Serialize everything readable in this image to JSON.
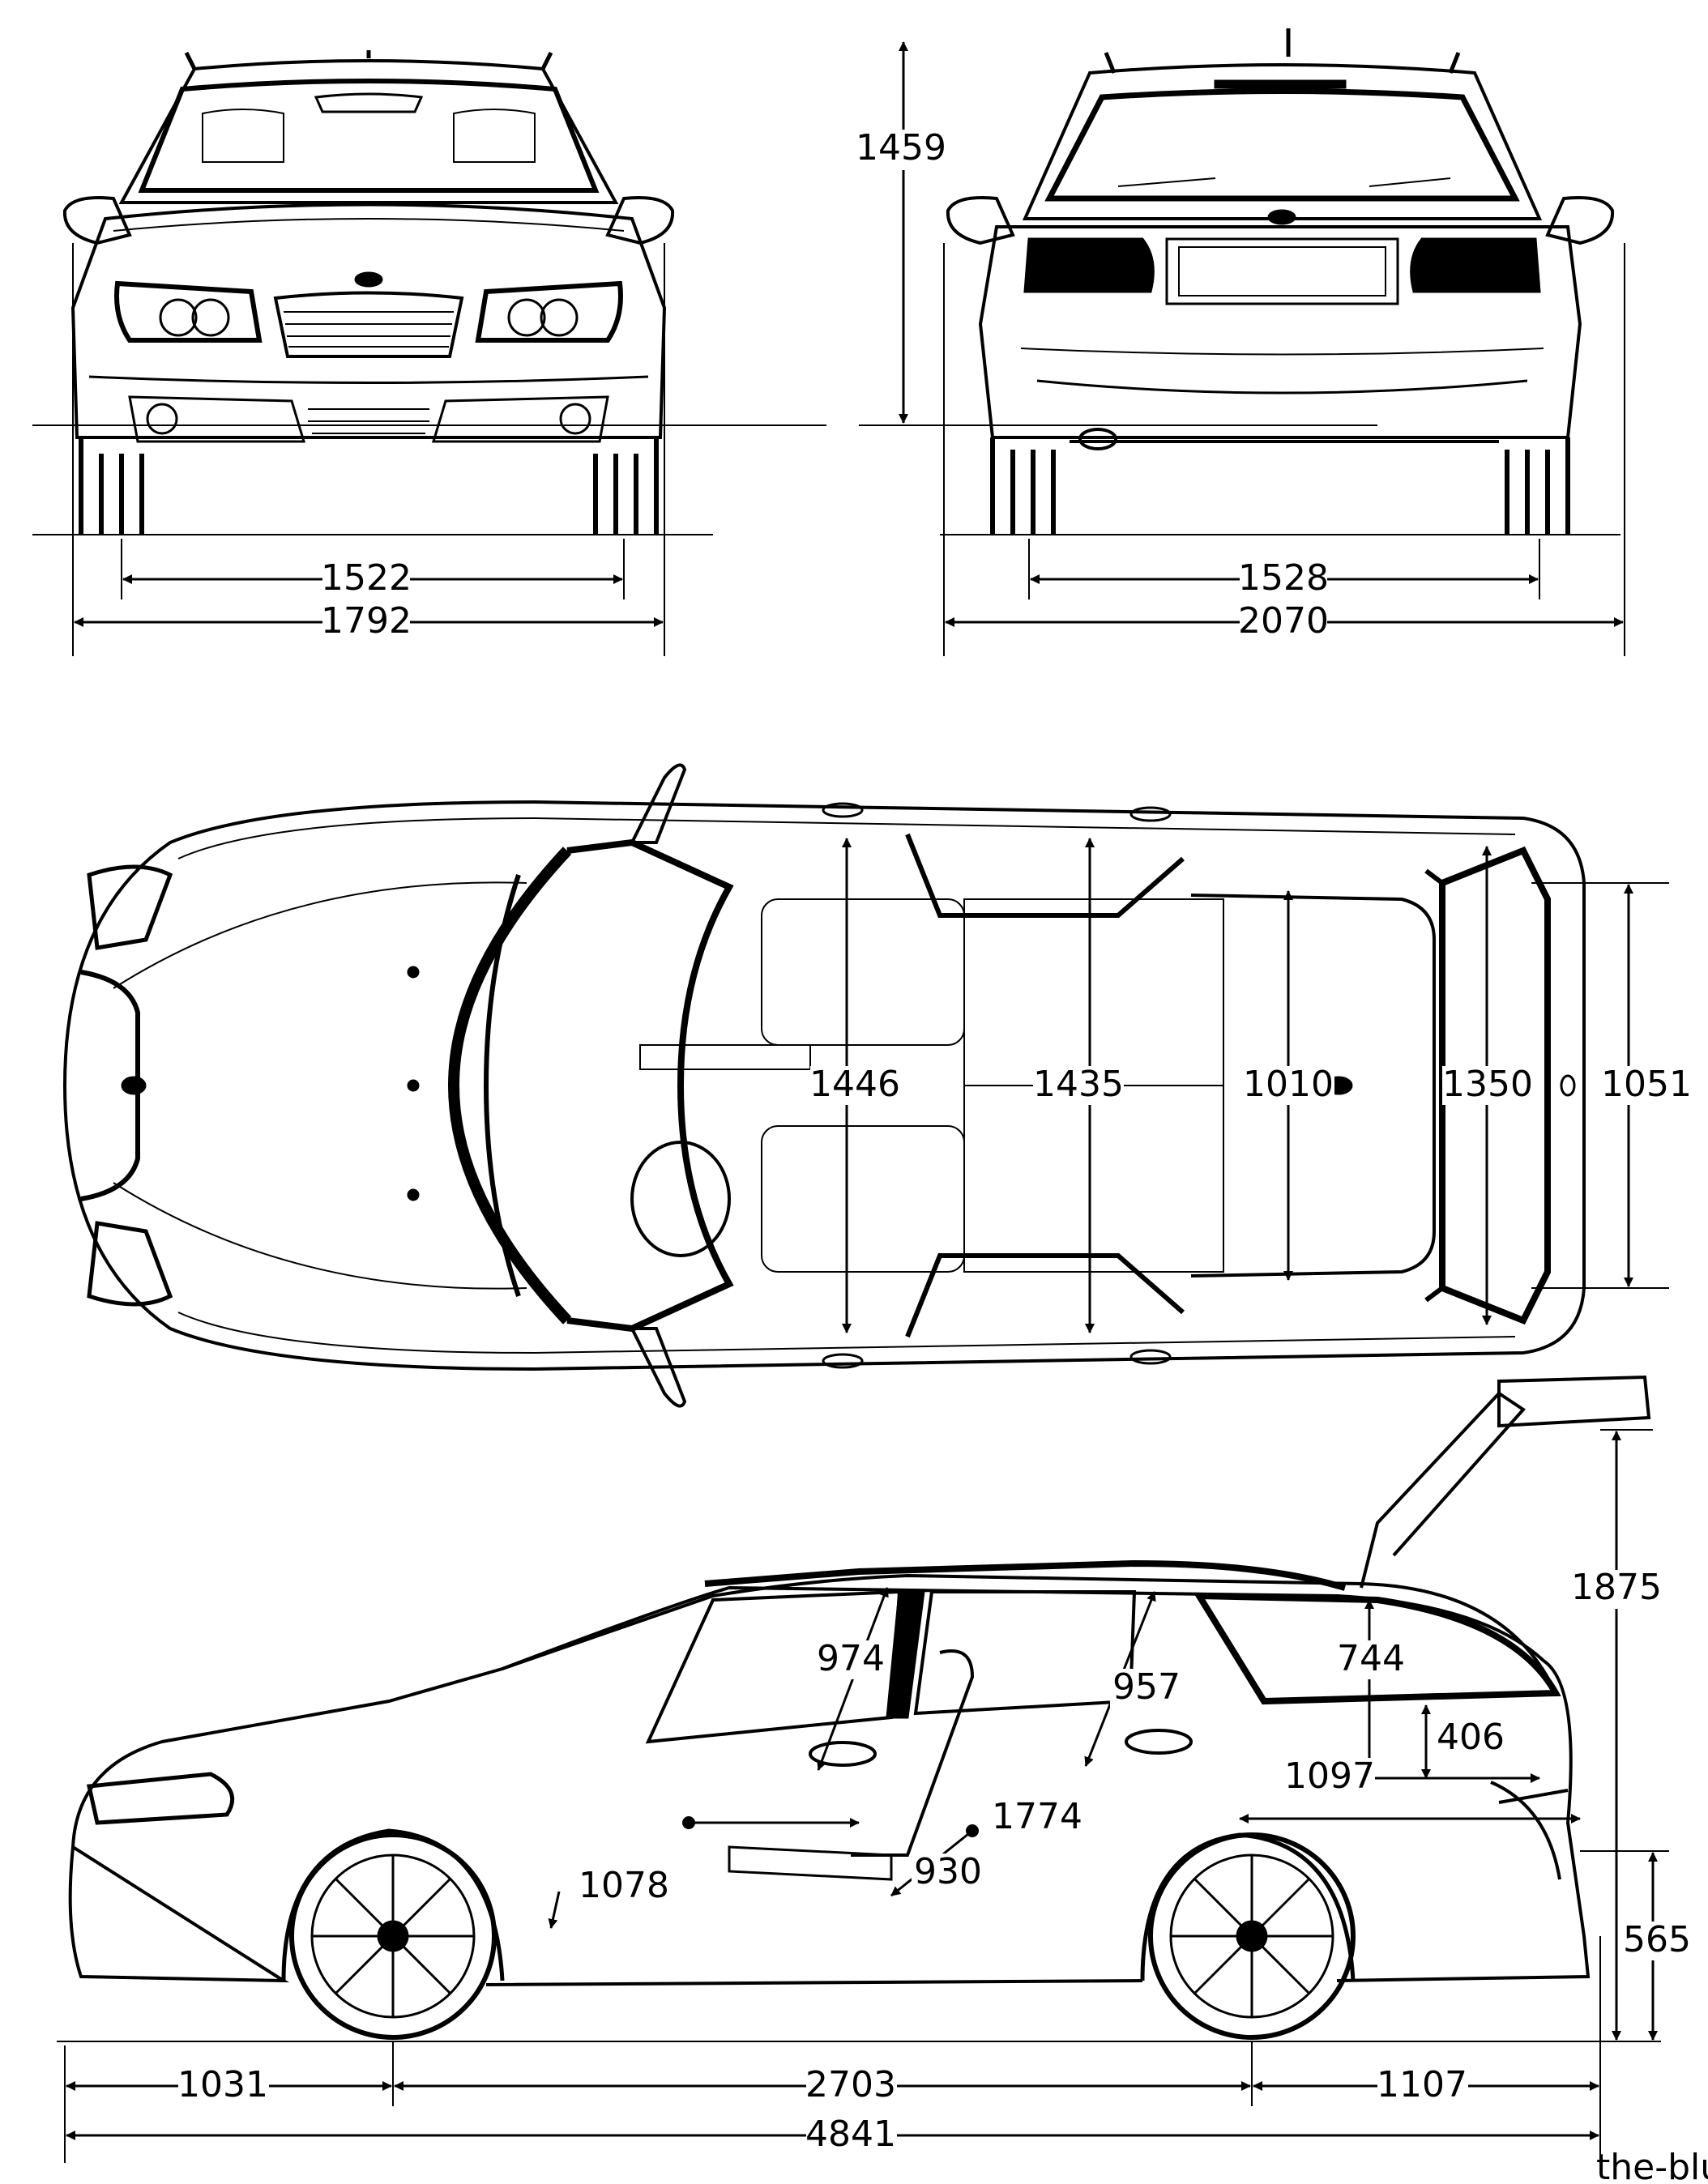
{
  "front_view": {
    "height": "1459",
    "track": "1522",
    "width": "1792"
  },
  "rear_view": {
    "track": "1528",
    "width_with_mirrors": "2070"
  },
  "top_view": {
    "front_shoulder": "1446",
    "rear_shoulder": "1435",
    "cargo_width_min": "1010",
    "cargo_width_max": "1350",
    "tailgate_opening": "1051"
  },
  "side_view": {
    "front_headroom": "974",
    "rear_headroom": "957",
    "cargo_height": "744",
    "cargo_opening_height": "406",
    "cargo_length": "1097",
    "cargo_length_seats_folded": "1774",
    "front_legroom": "1078",
    "rear_legroom": "930",
    "height_tailgate_open": "1875",
    "load_sill_height": "565",
    "front_overhang": "1031",
    "wheelbase": "2703",
    "rear_overhang": "1107",
    "length": "4841"
  },
  "watermark": "the-blueprints.com"
}
